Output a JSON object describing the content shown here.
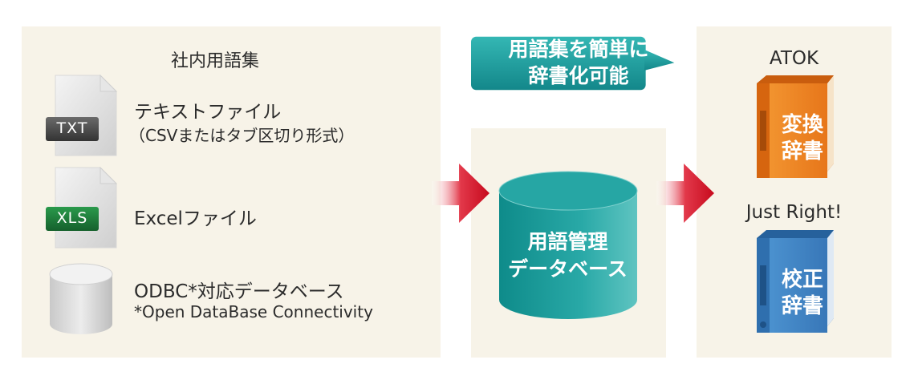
{
  "left": {
    "title": "社内用語集",
    "items": [
      {
        "badge": "TXT",
        "label": "テキストファイル",
        "sub": "（CSVまたはタブ区切り形式）"
      },
      {
        "badge": "XLS",
        "label": "Excelファイル"
      },
      {
        "label": "ODBC*対応データベース",
        "sub": "*Open DataBase Connectivity"
      }
    ]
  },
  "callout": {
    "line1": "用語集を簡単に",
    "line2": "辞書化可能"
  },
  "database": {
    "line1": "用語管理",
    "line2": "データベース"
  },
  "right": {
    "products": [
      {
        "name": "ATOK",
        "book_line1": "変換",
        "book_line2": "辞書"
      },
      {
        "name": "Just Right!",
        "book_line1": "校正",
        "book_line2": "辞書"
      }
    ]
  },
  "colors": {
    "panel": "#f7f3e8",
    "teal": "#23a3a1",
    "arrow": "#d20f22",
    "book_orange": "#f08a1e",
    "book_blue": "#3f86c6",
    "txt_badge": "#505050",
    "xls_badge": "#1e7a3c"
  },
  "icons": [
    "txt-file-icon",
    "xls-file-icon",
    "database-cylinder-icon",
    "red-arrow-icon",
    "book-icon"
  ]
}
